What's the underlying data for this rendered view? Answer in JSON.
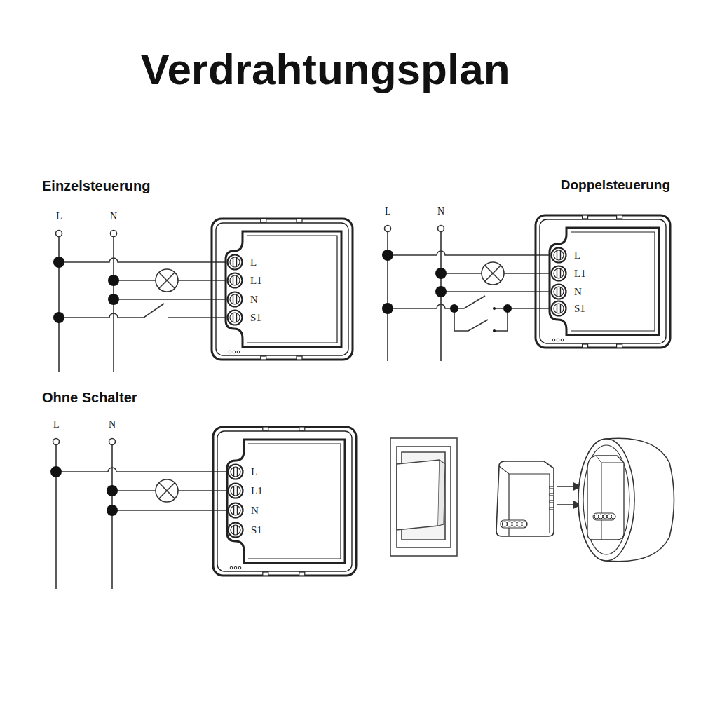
{
  "diagram": {
    "title": "Verdrahtungsplan",
    "nodes": [
      {
        "text": [
          "L",
          "L1",
          "N",
          "S1"
        ]
      },
      {
        "text": [
          "L",
          "L1",
          "N",
          "S1"
        ]
      },
      {
        "text": [
          "L",
          "L1",
          "N",
          "S1"
        ]
      }
    ],
    "labels": [
      "Einzelsteuerung",
      "L",
      "N",
      "Doppelsteuerung",
      "L",
      "N",
      "Ohne Schalter",
      "L",
      "N"
    ]
  }
}
